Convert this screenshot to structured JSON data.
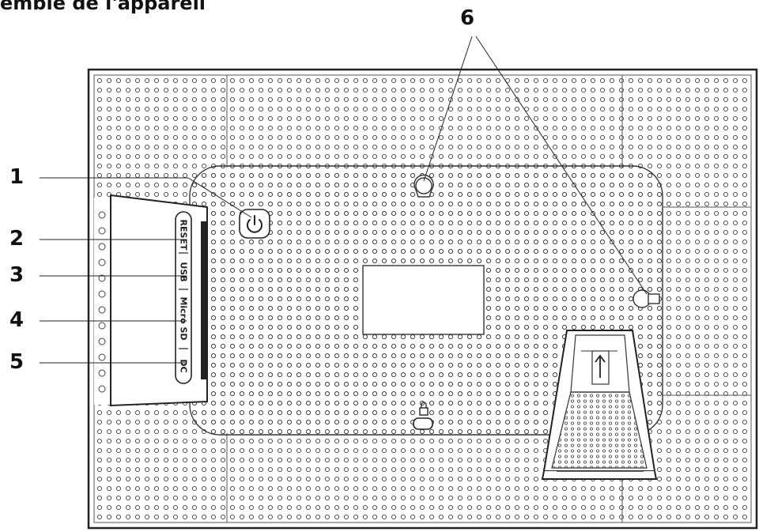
{
  "heading": "emble de l'appareil",
  "callouts": [
    {
      "number": "1",
      "part": "power-button"
    },
    {
      "number": "2",
      "part": "reset-port"
    },
    {
      "number": "3",
      "part": "usb-port"
    },
    {
      "number": "4",
      "part": "micro-sd-slot"
    },
    {
      "number": "5",
      "part": "dc-port"
    },
    {
      "number": "6",
      "part": "wall-mount-holes"
    }
  ],
  "ports": {
    "reset": "RESET",
    "usb": "USB",
    "micro_sd": "Micro SD",
    "dc": "DC"
  },
  "colors": {
    "line": "#222222",
    "background": "#ffffff"
  },
  "icons": [
    "power-icon",
    "lock-icon",
    "arrow-up-icon",
    "wall-mount-hole-icon"
  ]
}
